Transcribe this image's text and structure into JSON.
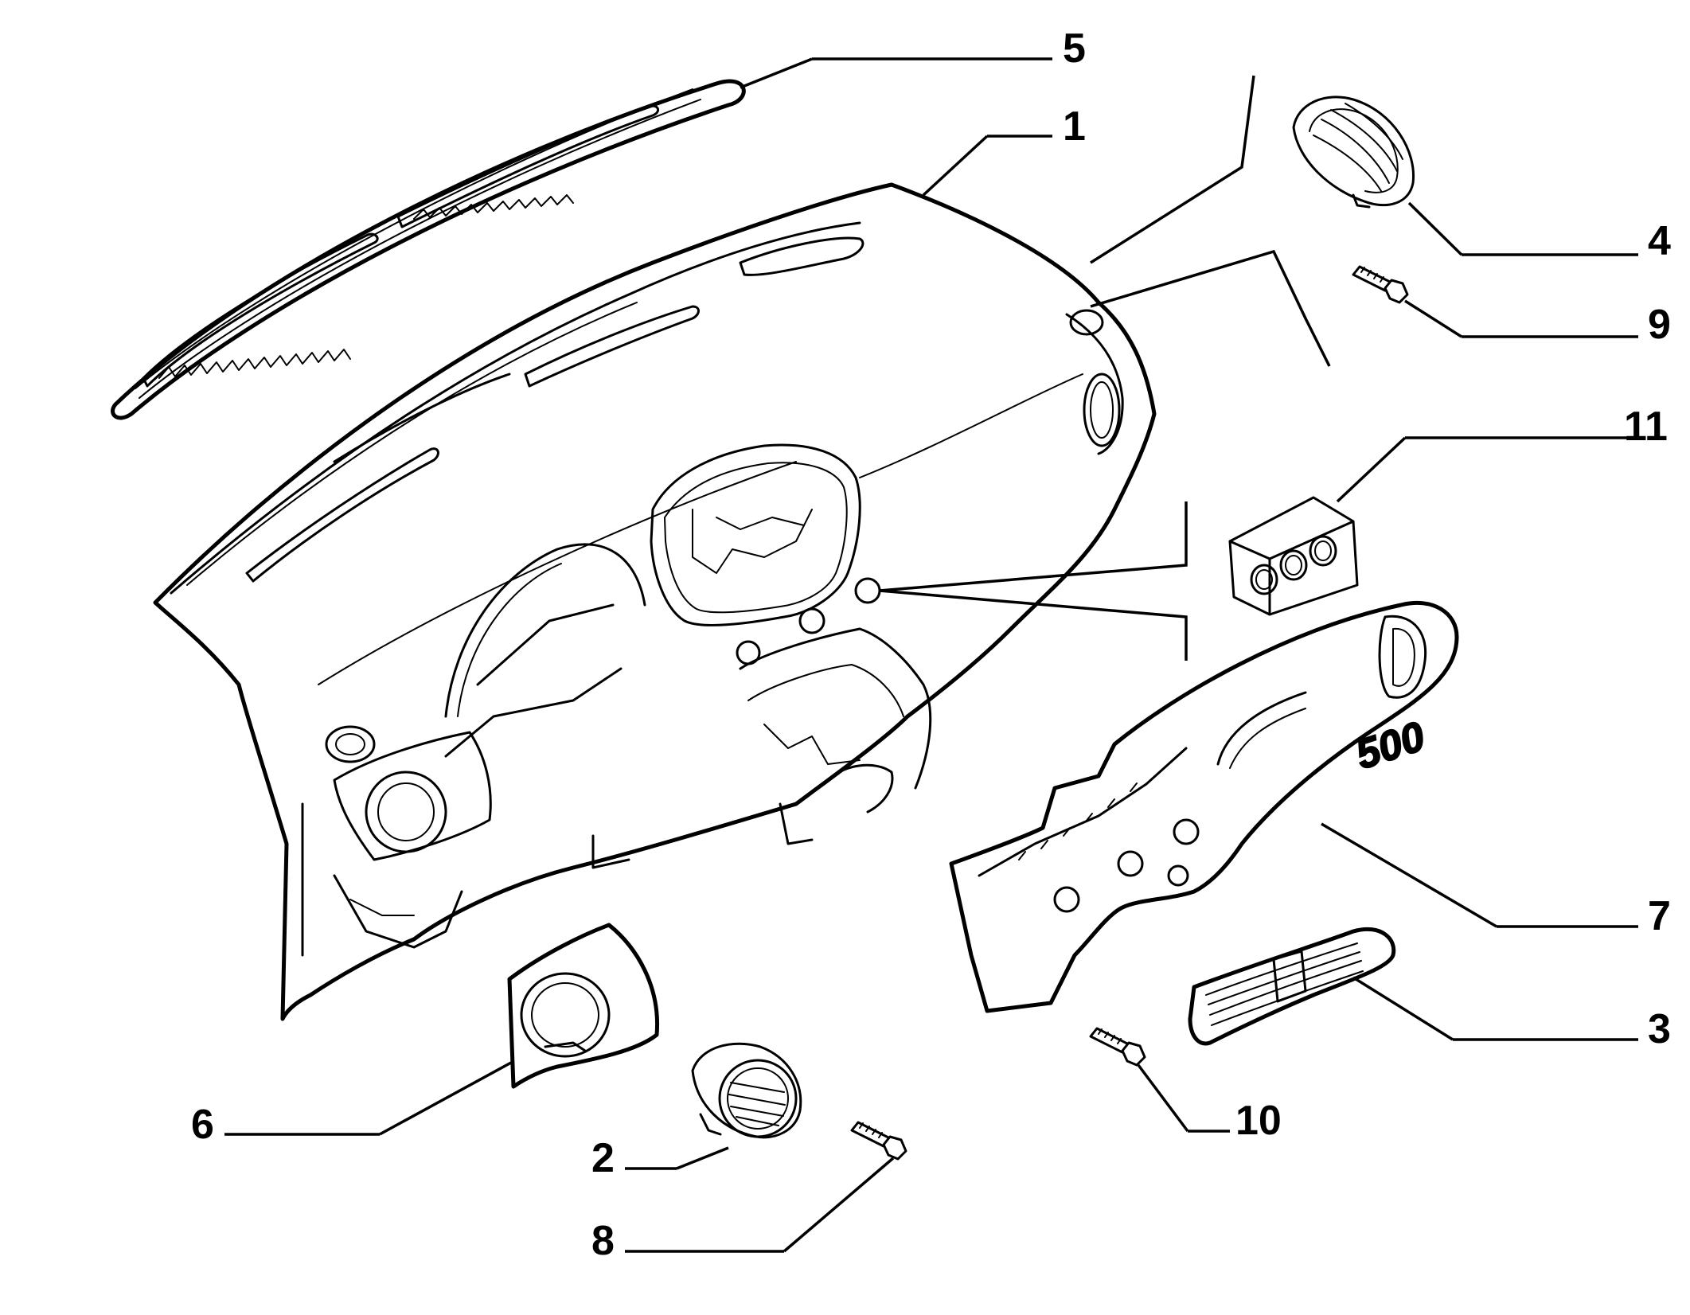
{
  "callouts": [
    {
      "id": "5",
      "part": "windscreen-vent-strip"
    },
    {
      "id": "1",
      "part": "dashboard-panel"
    },
    {
      "id": "4",
      "part": "round-air-vent-right"
    },
    {
      "id": "9",
      "part": "screw"
    },
    {
      "id": "11",
      "part": "switch-bezel"
    },
    {
      "id": "7",
      "part": "passenger-dash-trim"
    },
    {
      "id": "3",
      "part": "center-air-vent"
    },
    {
      "id": "10",
      "part": "screw"
    },
    {
      "id": "6",
      "part": "left-vent-housing"
    },
    {
      "id": "2",
      "part": "round-air-vent-left"
    },
    {
      "id": "8",
      "part": "screw"
    }
  ],
  "emblem_text": "500"
}
